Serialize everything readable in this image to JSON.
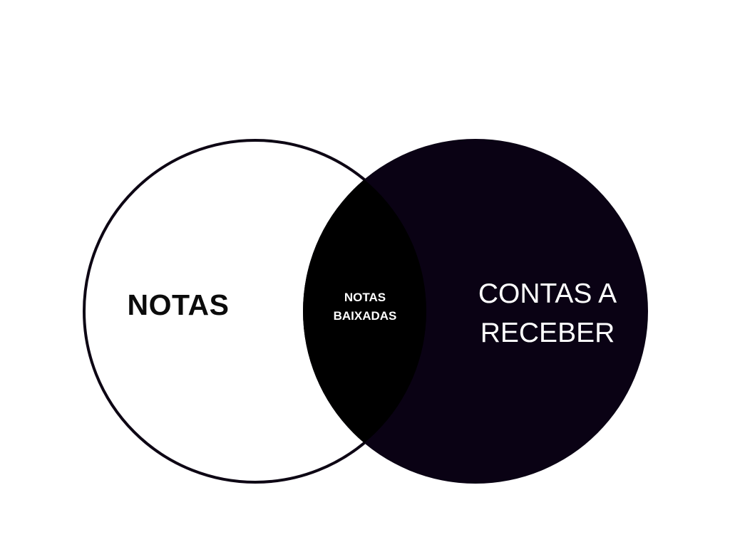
{
  "diagram": {
    "type": "venn",
    "colors": {
      "background": "#ffffff",
      "left_fill": "#ffffff",
      "left_stroke": "#0d0614",
      "right_fill": "#0a0214",
      "overlap_fill": "#000000",
      "dark_text": "#0b0b0b",
      "light_text": "#ffffff"
    },
    "sets": [
      {
        "id": "left",
        "label": "NOTAS"
      },
      {
        "id": "right",
        "label_lines": [
          "CONTAS A",
          "RECEBER"
        ]
      }
    ],
    "intersection": {
      "label_lines": [
        "NOTAS",
        "BAIXADAS"
      ]
    }
  }
}
